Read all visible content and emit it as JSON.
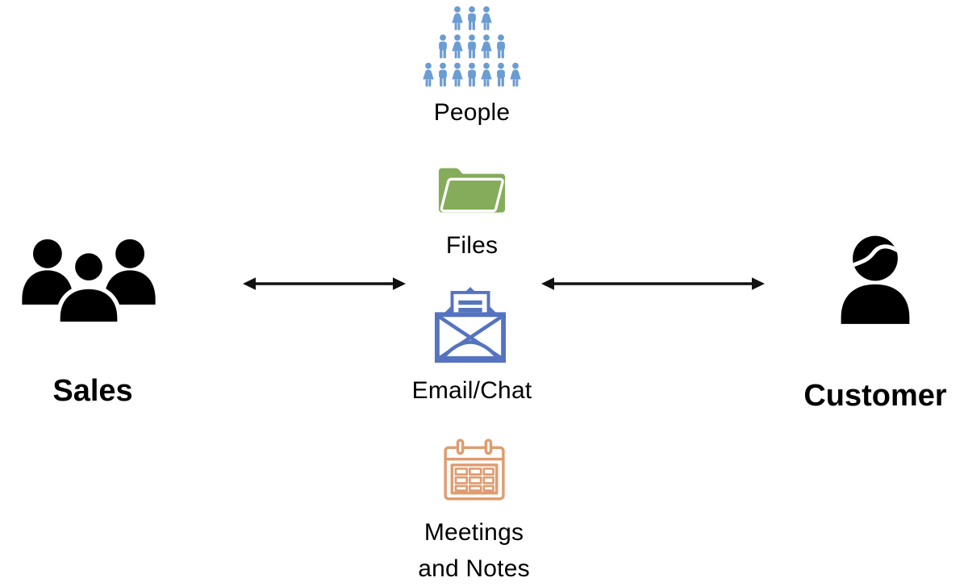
{
  "colors": {
    "background": "#ffffff",
    "text": "#000000",
    "arrow-black": "#111111",
    "entity-black": "#000000",
    "people-blue": "#6B9CD2",
    "folder-green": "#85AC5B",
    "email-blue": "#5573C0",
    "calendar-orange": "#DF9C70"
  },
  "entities": {
    "sales": {
      "label": "Sales",
      "icon": "sales-team-icon"
    },
    "customer": {
      "label": "Customer",
      "icon": "customer-person-icon"
    }
  },
  "channels": [
    {
      "label": "People",
      "icon": "people-crowd-icon"
    },
    {
      "label": "Files",
      "icon": "folder-icon"
    },
    {
      "label": "Email/Chat",
      "icon": "email-icon"
    },
    {
      "label": "Meetings and Notes",
      "line1": "Meetings",
      "line2": "and Notes",
      "icon": "calendar-icon"
    }
  ],
  "arrows": [
    {
      "name": "sales-to-channels",
      "direction": "bidirectional"
    },
    {
      "name": "channels-to-customer",
      "direction": "bidirectional"
    }
  ]
}
